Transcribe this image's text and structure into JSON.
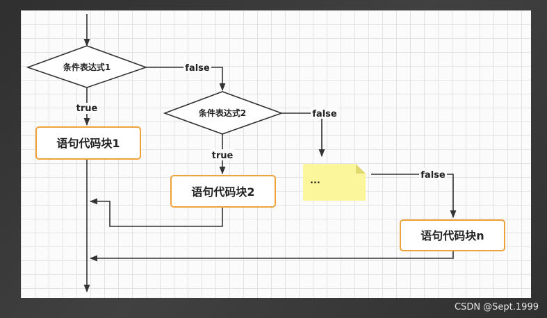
{
  "diagram": {
    "condition1": "条件表达式1",
    "condition2": "条件表达式2",
    "block1": "语句代码块1",
    "block2": "语句代码块2",
    "blockn": "语句代码块n",
    "ellipsis": "...",
    "edge_true": "true",
    "edge_false": "false"
  },
  "watermark": "CSDN @Sept.1999",
  "colors": {
    "box_border": "#f0a23a",
    "note_fill": "#fbf59b",
    "line": "#333333"
  }
}
